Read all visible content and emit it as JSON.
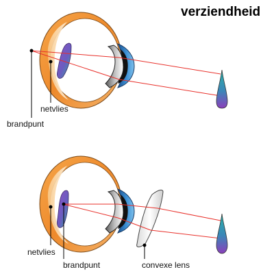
{
  "title": "verziendheid",
  "colors": {
    "ray": "#e8302a",
    "sclera_orange": "#f08a2a",
    "iris_blue": "#2f7fc4",
    "retina_purple": "#7a4bb3",
    "retina_teal": "#2fa7a0",
    "object_top": "#2aa6a8",
    "object_bottom": "#8a3fb8"
  },
  "top_diagram": {
    "labels": {
      "focal_point": "brandpunt",
      "retina": "netvlies"
    }
  },
  "bottom_diagram": {
    "labels": {
      "retina": "netvlies",
      "focal_point": "brandpunt",
      "lens": "convexe lens"
    }
  }
}
